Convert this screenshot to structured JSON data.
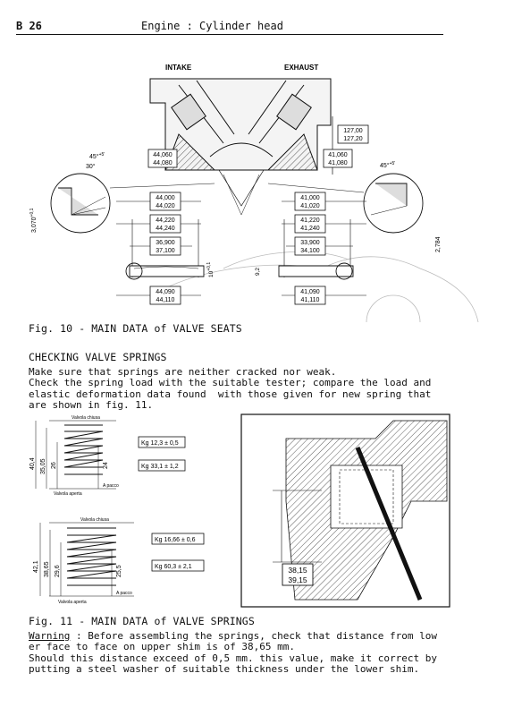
{
  "header": {
    "page": "B 26",
    "title": "Engine : Cylinder head"
  },
  "fig10": {
    "intake": "INTAKE",
    "exhaust": "EXHAUST",
    "angle_left": "45°",
    "angle_left_tol": "+5'",
    "angle_left_sub": "30°",
    "angle_right": "45°",
    "angle_right_tol": "+5'",
    "height": [
      "127,00",
      "127,20"
    ],
    "intake_d1": [
      "44,060",
      "44,080"
    ],
    "exhaust_d1": [
      "41,060",
      "41,080"
    ],
    "intake_d2": [
      "44,000",
      "44,020"
    ],
    "exhaust_d2": [
      "41,000",
      "41,020"
    ],
    "intake_d3": [
      "44,220",
      "44,240"
    ],
    "exhaust_d3": [
      "41,220",
      "41,240"
    ],
    "intake_d4": [
      "36,900",
      "37,100"
    ],
    "exhaust_d4": [
      "33,900",
      "34,100"
    ],
    "intake_d5": [
      "44,090",
      "44,110"
    ],
    "exhaust_d5": [
      "41,090",
      "41,110"
    ],
    "left_dim": "3,070",
    "left_dim_tol": "+0,1",
    "mid_dim": "10",
    "mid_dim_tol": "+0,1",
    "mid_dim2": "9,2",
    "right_dim": "2,784",
    "caption": "Fig. 10 - MAIN DATA of VALVE SEATS"
  },
  "section_title": "CHECKING VALVE SPRINGS",
  "body_lines": [
    "Make sure that springs are neither cracked nor weak.",
    "Check the spring load with the suitable tester; compare the load and",
    "elastic deformation data found  with those given for new spring that",
    "are shown in fig. 11."
  ],
  "fig11": {
    "spring1": {
      "closed_label": "Valvola chiusa",
      "open_label": "Valvola aperta",
      "pack_label": "A pacco",
      "dim_total": "40,4",
      "dim_closed": "35,05",
      "dim_open": "26",
      "dim_pack": "24",
      "load_closed": "Kg 12,3 ± 0,5",
      "load_open": "Kg 33,1 ± 1,2"
    },
    "spring2": {
      "closed_label": "Valvola chiusa",
      "open_label": "Valvola aperta",
      "pack_label": "A pacco",
      "dim_total": "42,1",
      "dim_closed": "38,65",
      "dim_open": "29,6",
      "dim_pack": "25,5",
      "load_closed": "Kg 16,66 ± 0,6",
      "load_open": "Kg 60,3 ± 2,1"
    },
    "head_dim": [
      "38,15",
      "39,15"
    ],
    "caption": "Fig. 11 - MAIN DATA of VALVE SPRINGS"
  },
  "warning": {
    "label": "Warning",
    "lines": [
      " : Before assembling the springs, check that distance from low",
      "er face to face on upper shim is of 38,65 mm.",
      "Should this distance exceed of 0,5 mm. this value, make it correct by",
      "putting a steel washer of suitable thickness under the lower shim."
    ]
  }
}
